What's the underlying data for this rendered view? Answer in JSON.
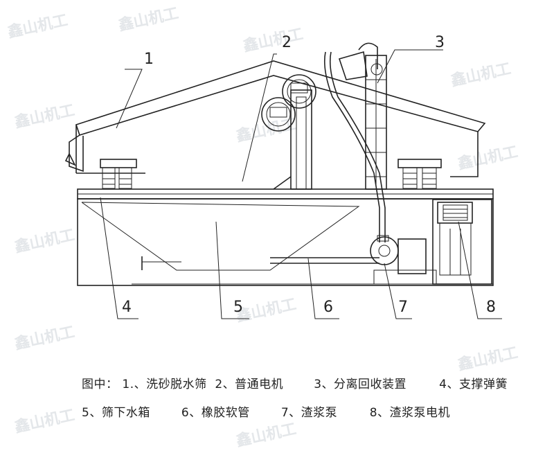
{
  "watermark_text": "鑫山机工",
  "callouts": [
    "1",
    "2",
    "3",
    "4",
    "5",
    "6",
    "7",
    "8"
  ],
  "caption": {
    "prefix": "图中：",
    "row1": [
      "1.、洗砂脱水筛",
      "2、普通电机",
      "3、分离回收装置",
      "4、支撑弹簧"
    ],
    "row2": [
      "5、筛下水箱",
      "6、橡胶软管",
      "7、渣浆泵",
      "8、渣浆泵电机"
    ]
  }
}
